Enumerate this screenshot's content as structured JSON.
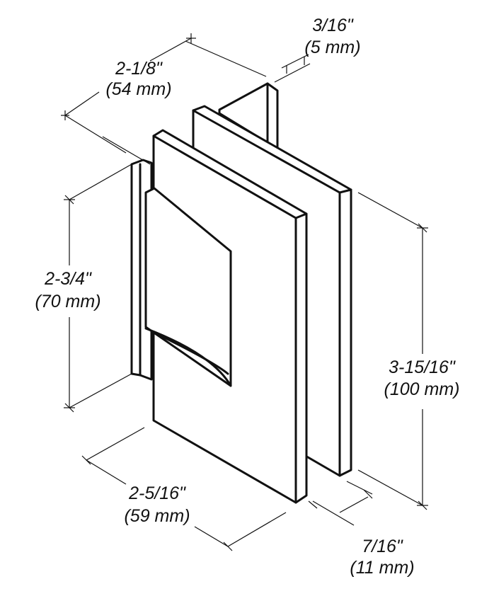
{
  "dimensions": {
    "depth": {
      "imperial": "2-1/8\"",
      "metric": "(54 mm)"
    },
    "thickness": {
      "imperial": "3/16\"",
      "metric": "(5 mm)"
    },
    "height_left": {
      "imperial": "2-3/4\"",
      "metric": "(70 mm)"
    },
    "height_right": {
      "imperial": "3-15/16\"",
      "metric": "(100 mm)"
    },
    "width": {
      "imperial": "2-5/16\"",
      "metric": "(59 mm)"
    },
    "gap": {
      "imperial": "7/16\"",
      "metric": "(11 mm)"
    }
  }
}
